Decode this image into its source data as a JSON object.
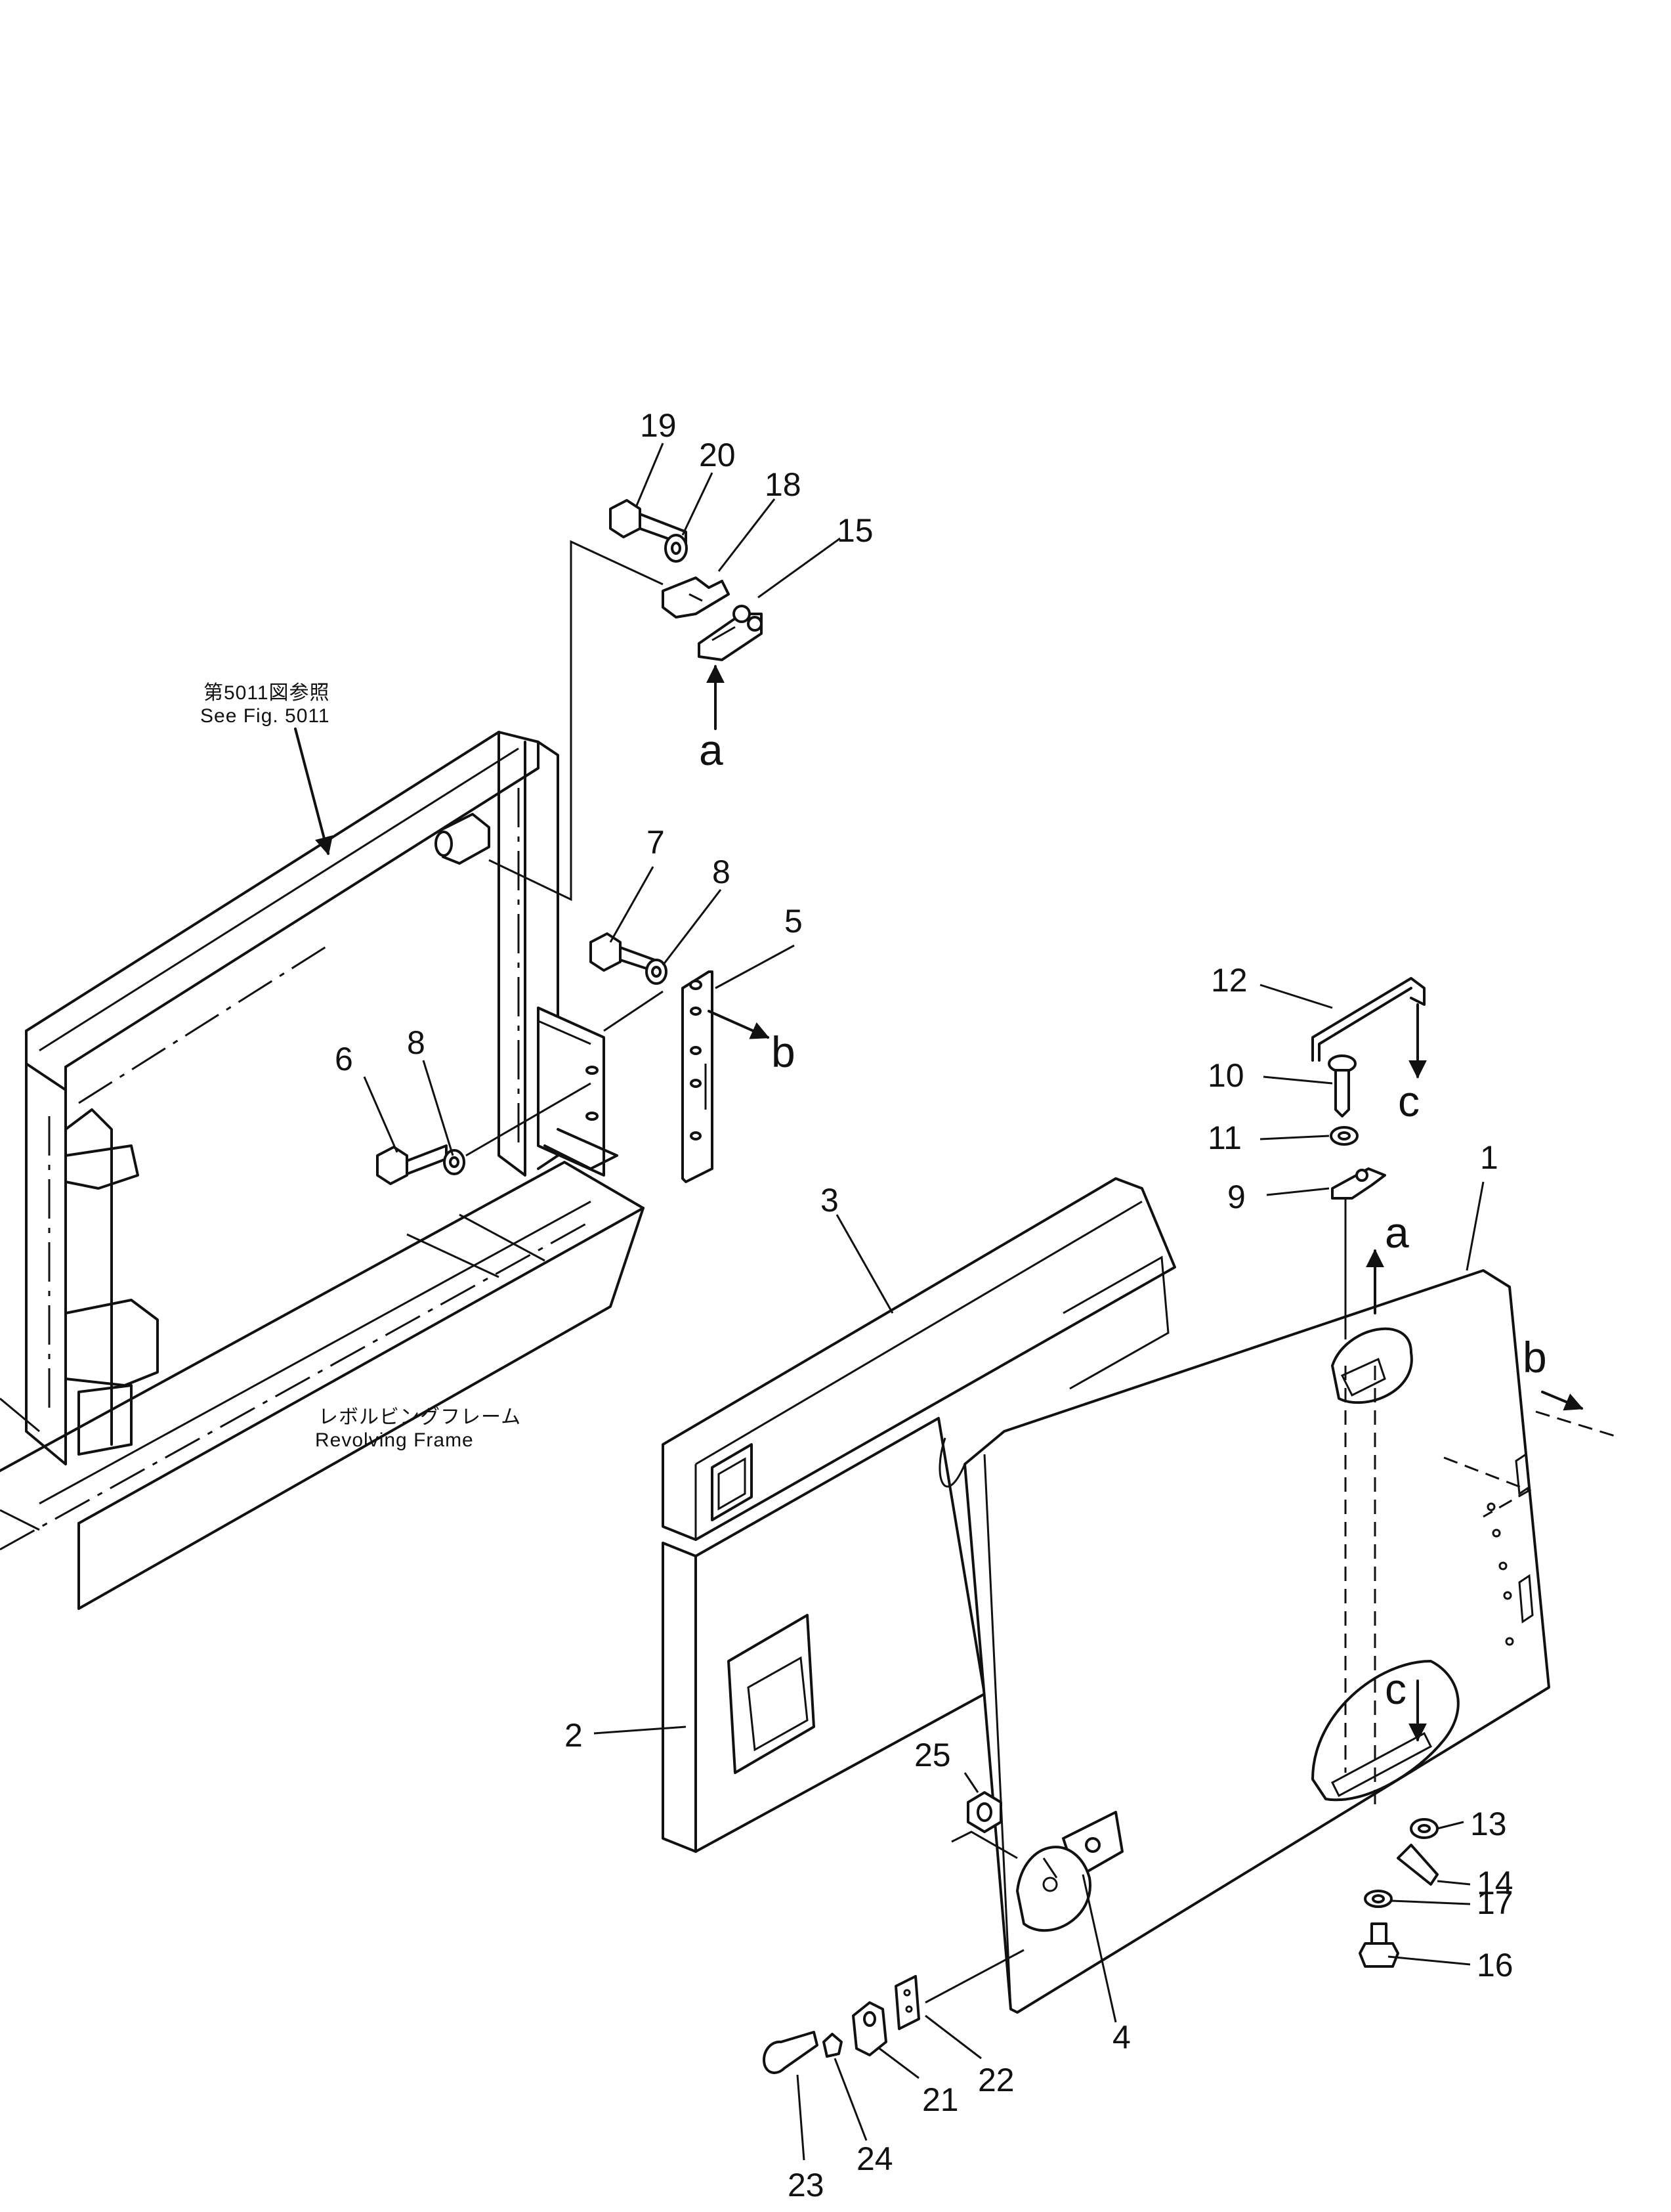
{
  "callouts": [
    "1",
    "2",
    "3",
    "4",
    "5",
    "6",
    "7",
    "8",
    "8",
    "9",
    "10",
    "11",
    "12",
    "13",
    "14",
    "15",
    "16",
    "17",
    "18",
    "19",
    "20",
    "21",
    "22",
    "23",
    "24",
    "25"
  ],
  "view_marks": {
    "a": "a",
    "b": "b",
    "c": "c"
  },
  "references": {
    "fig_ref_jp": "第5011図参照",
    "fig_ref_en": "See Fig. 5011",
    "frame_jp": "レボルビングフレーム",
    "frame_en": "Revolving Frame"
  }
}
